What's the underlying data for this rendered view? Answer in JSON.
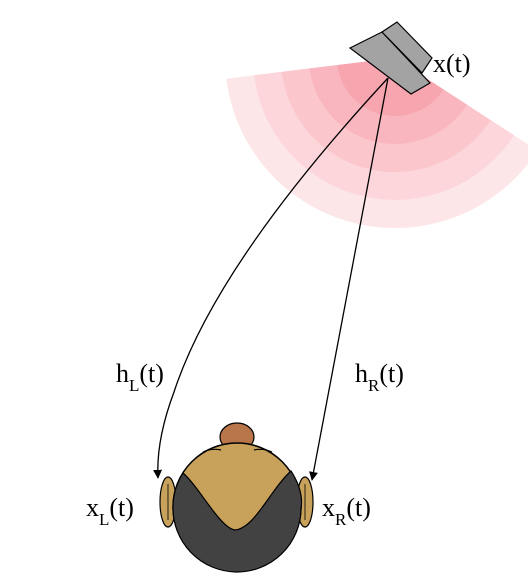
{
  "source": {
    "label": "x(t)"
  },
  "paths": {
    "left": {
      "base": "h",
      "sub": "L",
      "arg": "(t)"
    },
    "right": {
      "base": "h",
      "sub": "R",
      "arg": "(t)"
    }
  },
  "ears": {
    "left": {
      "base": "x",
      "sub": "L",
      "arg": "(t)"
    },
    "right": {
      "base": "x",
      "sub": "R",
      "arg": "(t)"
    }
  },
  "colors": {
    "wave_bands": [
      "#fde6e8",
      "#fcd6da",
      "#fbc6cc",
      "#f9b6be",
      "#f7a6af"
    ],
    "speaker_fill": "#a3a3a3",
    "skin": "#c8a15a",
    "hair": "#424242",
    "nose": "#b8764a",
    "stroke": "#000000"
  }
}
